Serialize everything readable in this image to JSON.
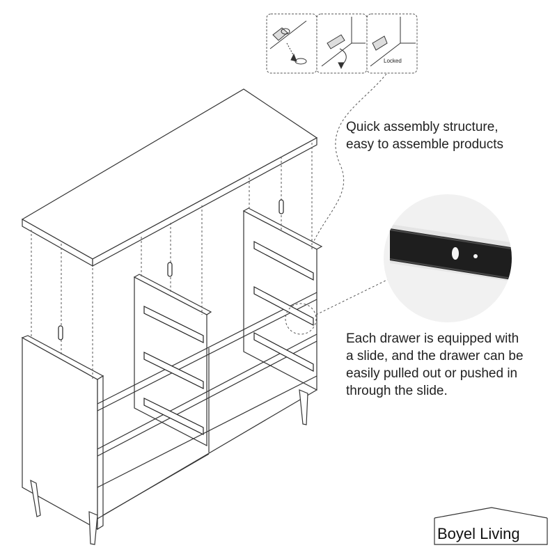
{
  "captions": {
    "assembly": [
      "Quick assembly structure,",
      "easy to assemble products"
    ],
    "drawer": [
      "Each drawer is equipped with",
      "a slide, and the drawer can be",
      "easily pulled out or pushed in",
      "through the slide."
    ]
  },
  "insets": {
    "step3_label": "Locked"
  },
  "brand": {
    "name": "Boyel Living"
  },
  "colors": {
    "line": "#333333",
    "slide": "#1e1e1e",
    "circle_bg": "#f1f1f1"
  }
}
